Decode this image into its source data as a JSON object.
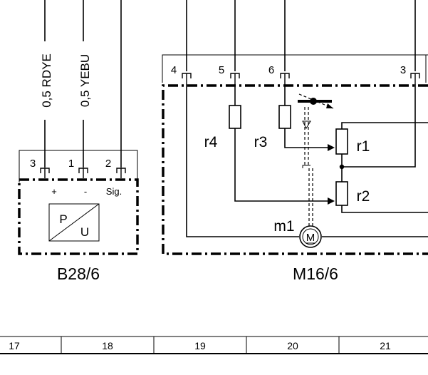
{
  "wires": {
    "left_label": "0,5 RDYE",
    "mid_label": "0,5 YEBU"
  },
  "b28": {
    "name": "B28/6",
    "pins": [
      "3",
      "1",
      "2"
    ],
    "pin_functions": [
      "+",
      "-",
      "Sig."
    ],
    "symbol_top": "P",
    "symbol_bottom": "U"
  },
  "m16": {
    "name": "M16/6",
    "pins": [
      "4",
      "5",
      "6",
      "3"
    ],
    "resistors": [
      "r1",
      "r2",
      "r3",
      "r4"
    ],
    "motor_label": "m1",
    "motor_symbol": "M"
  },
  "grid": {
    "columns": [
      "17",
      "18",
      "19",
      "20",
      "21"
    ]
  }
}
